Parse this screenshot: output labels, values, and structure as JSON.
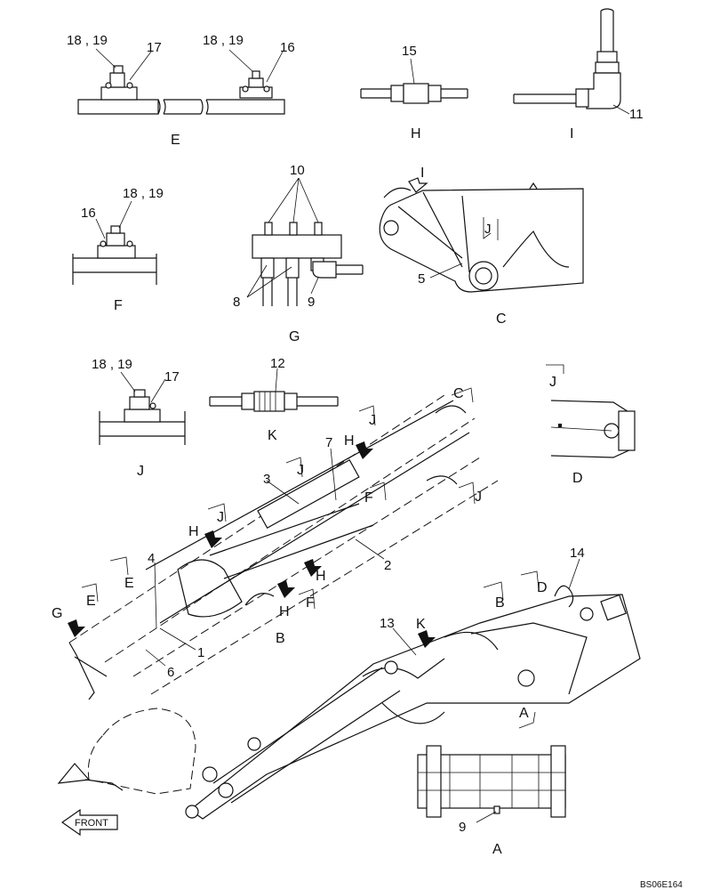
{
  "views": {
    "E": {
      "label": "E",
      "callouts": [
        "18 , 19",
        "17",
        "18 , 19",
        "16"
      ]
    },
    "H": {
      "label": "H",
      "callouts": [
        "15"
      ]
    },
    "I": {
      "label": "I",
      "callouts": [
        "11"
      ]
    },
    "F": {
      "label": "F",
      "callouts": [
        "16",
        "18 , 19"
      ]
    },
    "G": {
      "label": "G",
      "callouts": [
        "10",
        "8",
        "9"
      ]
    },
    "C": {
      "label": "C",
      "callouts": [
        "I",
        "J",
        "5"
      ]
    },
    "J": {
      "label": "J",
      "callouts": [
        "18 , 19",
        "17"
      ]
    },
    "K": {
      "label": "K",
      "callouts": [
        "12"
      ]
    },
    "D": {
      "label": "D",
      "callouts": [
        "J"
      ]
    },
    "B": {
      "label": "B",
      "callouts": [
        "C",
        "J",
        "H",
        "7",
        "3",
        "J",
        "F",
        "J",
        "2",
        "J",
        "H",
        "E",
        "E",
        "4",
        "H",
        "F",
        "H",
        "G",
        "1",
        "6"
      ]
    },
    "A": {
      "label": "A",
      "callouts": [
        "14",
        "B",
        "D",
        "13",
        "K",
        "A",
        "9"
      ]
    }
  },
  "front_label": "FRONT",
  "drawing_code": "BS06E164"
}
